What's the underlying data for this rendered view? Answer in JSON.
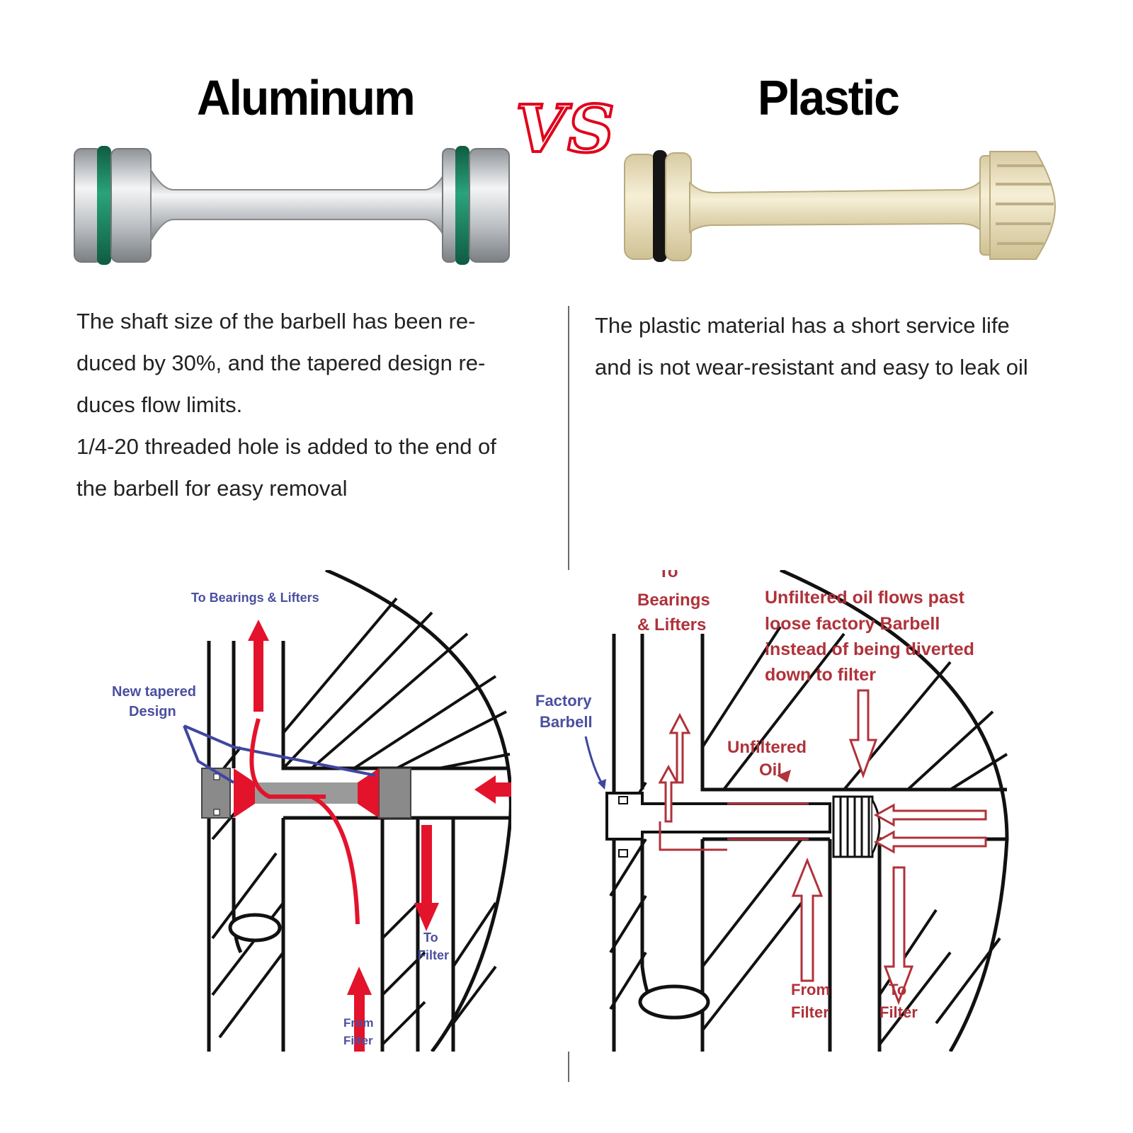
{
  "left": {
    "title": "Aluminum",
    "description_lines": [
      "The shaft size of the barbell has been re-",
      "duced by 30%, and the tapered design re-",
      "duces flow limits.",
      "1/4-20 threaded hole is added to the end of",
      "the barbell for easy removal"
    ],
    "diagram": {
      "to_bearings": "To Bearings & Lifters",
      "new_tapered": [
        "New tapered",
        "Design"
      ],
      "to_filter": [
        "To",
        "Filter"
      ],
      "from_filter": [
        "From",
        "Filter"
      ]
    }
  },
  "vs_label": "VS",
  "right": {
    "title": "Plastic",
    "description_lines": [
      "The plastic material has a short service life",
      "and is not wear-resistant and easy to leak oil"
    ],
    "diagram": {
      "to_bearings": [
        "To",
        "Bearings",
        "& Lifters"
      ],
      "unfiltered_note": [
        "Unfiltered oil flows past",
        "loose factory Barbell",
        "instead of being diverted",
        "down to filter"
      ],
      "factory_barbell": [
        "Factory",
        "Barbell"
      ],
      "unfiltered_oil": [
        "Unfiltered",
        "Oil"
      ],
      "from_filter": [
        "From",
        "Filter"
      ],
      "to_filter": [
        "To",
        "Filter"
      ]
    }
  },
  "colors": {
    "aluminum": "#c9ccd0",
    "green_oring": "#1e8a66",
    "plastic": "#eee3c0",
    "black_oring": "#111111",
    "red_arrow": "#e3132b",
    "outline_red": "#b0323a",
    "blue_label": "#4a4fa0"
  }
}
